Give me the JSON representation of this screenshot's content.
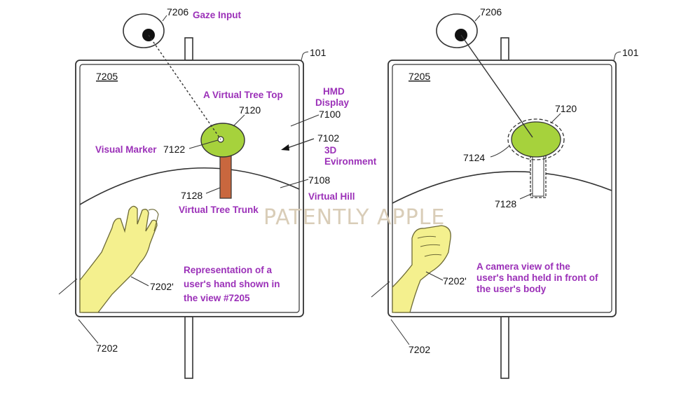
{
  "colors": {
    "annotation": "#9b30b8",
    "line": "#333333",
    "tree_top": "#a6d23c",
    "tree_trunk": "#c9673e",
    "hand": "#f4f08e",
    "hand_outline": "#6d6a36",
    "watermark": "#d9cdb8",
    "background": "#ffffff"
  },
  "watermark": "PATENTLY APPLE",
  "left_panel": {
    "eye_ref": "7206",
    "gaze_label": "Gaze Input",
    "device_ref": "101",
    "view_ref": "7205",
    "tree_top_label": "A Virtual Tree Top",
    "tree_top_ref": "7120",
    "hmd_label_line1": "HMD",
    "hmd_label_line2": "Display",
    "hmd_ref": "7100",
    "env_ref": "7102",
    "env_label_line1": "3D",
    "env_label_line2": "Evironment",
    "marker_label": "Visual Marker",
    "marker_ref": "7122",
    "hill_ref": "7108",
    "hill_label": "Virtual Hill",
    "trunk_ref": "7128",
    "trunk_label": "Virtual Tree Trunk",
    "hand_ref": "7202'",
    "hand_caption_line1": "Representation of a",
    "hand_caption_line2": "user's hand shown in",
    "hand_caption_line3": "the view #7205",
    "base_ref": "7202"
  },
  "right_panel": {
    "eye_ref": "7206",
    "device_ref": "101",
    "view_ref": "7205",
    "tree_top_ref": "7120",
    "outline_ref": "7124",
    "trunk_ref": "7128",
    "hand_ref": "7202'",
    "hand_caption_line1": "A camera view of the",
    "hand_caption_line2": "user's hand held in front of",
    "hand_caption_line3": "the user's body",
    "base_ref": "7202"
  }
}
